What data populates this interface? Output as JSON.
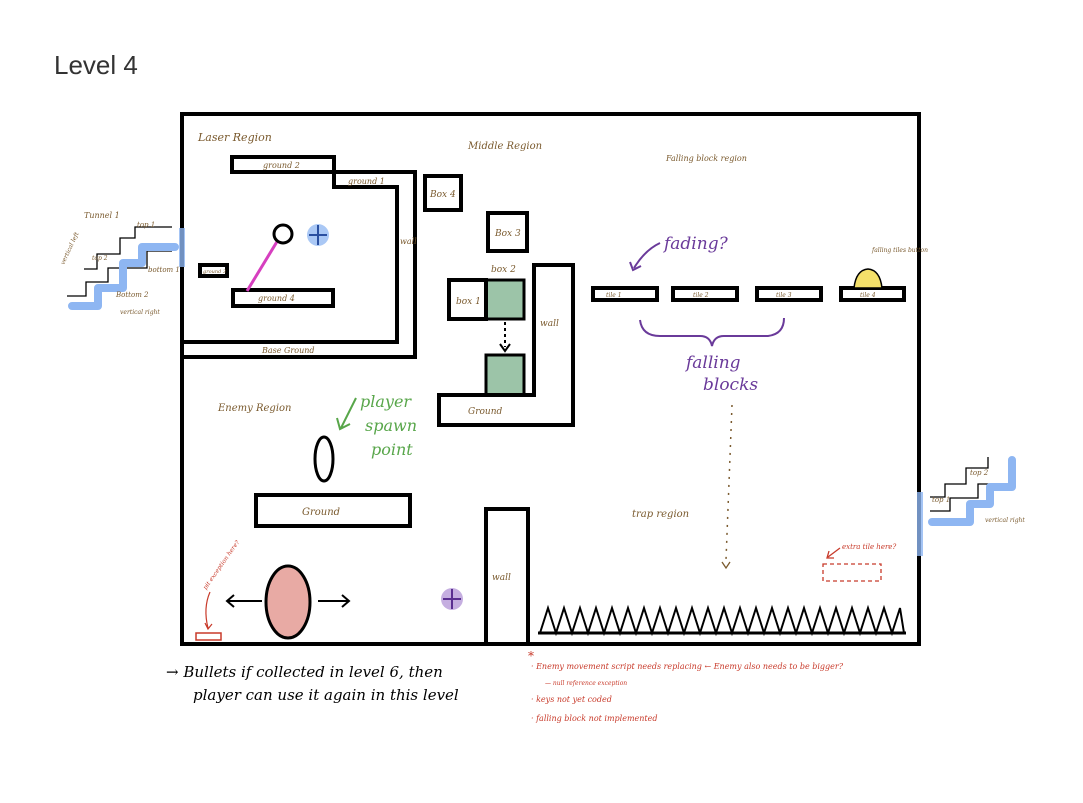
{
  "page": {
    "title": "Level 4"
  },
  "regions": {
    "laser": "Laser Region",
    "middle": "Middle Region",
    "falling": "Falling block region",
    "enemy": "Enemy Region",
    "trap": "trap region"
  },
  "labels": {
    "ground2": "ground 2",
    "ground1": "ground 1",
    "ground3": "ground 3",
    "ground4": "ground 4",
    "base_ground": "Base Ground",
    "wall_laser": "wall",
    "box4": "Box 4",
    "box3": "Box 3",
    "box2": "box 2",
    "box1": "box 1",
    "wall_middle": "wall",
    "ground_middle": "Ground",
    "ground_enemy": "Ground",
    "wall_bottom": "wall",
    "tile1": "tile 1",
    "tile2": "tile 2",
    "tile3": "tile 3",
    "tile4": "tile 4",
    "falling_tiles_button": "falling tiles button",
    "extra_tile": "extra tile here?",
    "pit_exception": "pit exception here?"
  },
  "tunnel1": {
    "title": "Tunnel 1",
    "top1": "top 1",
    "top2": "top 2",
    "bottom1": "bottom 1",
    "bottom2": "Bottom 2",
    "vertical_left": "vertical left",
    "vertical_right": "vertical right"
  },
  "tunnel2": {
    "top1": "top 1",
    "top2": "top 2",
    "vertical_right": "vertical right"
  },
  "annotations": {
    "fading": "fading?",
    "falling_blocks_1": "falling",
    "falling_blocks_2": "blocks",
    "player_spawn_1": "player",
    "player_spawn_2": "spawn",
    "player_spawn_3": "point"
  },
  "footnote": {
    "line1": "→ Bullets if collected in level 6, then",
    "line2": "player can use it again in this level"
  },
  "todo": {
    "star": "*",
    "item1": "· Enemy movement script needs replacing ← Enemy also needs to be bigger?",
    "item1_sub": "— null reference exception",
    "item2": "· keys not yet coded",
    "item3": "· falling block not implemented"
  },
  "colors": {
    "border": "#000000",
    "laser": "#d63fbf",
    "blue_highlight": "#8eb6f2",
    "green_box": "#9cc4a8",
    "enemy_fill": "#e8aaa4",
    "purple": "#6a3a9a",
    "green_note": "#58a64a",
    "red_note": "#c83a2a",
    "button_yellow": "#f4e06a",
    "label_brown": "#7a5a2e"
  }
}
